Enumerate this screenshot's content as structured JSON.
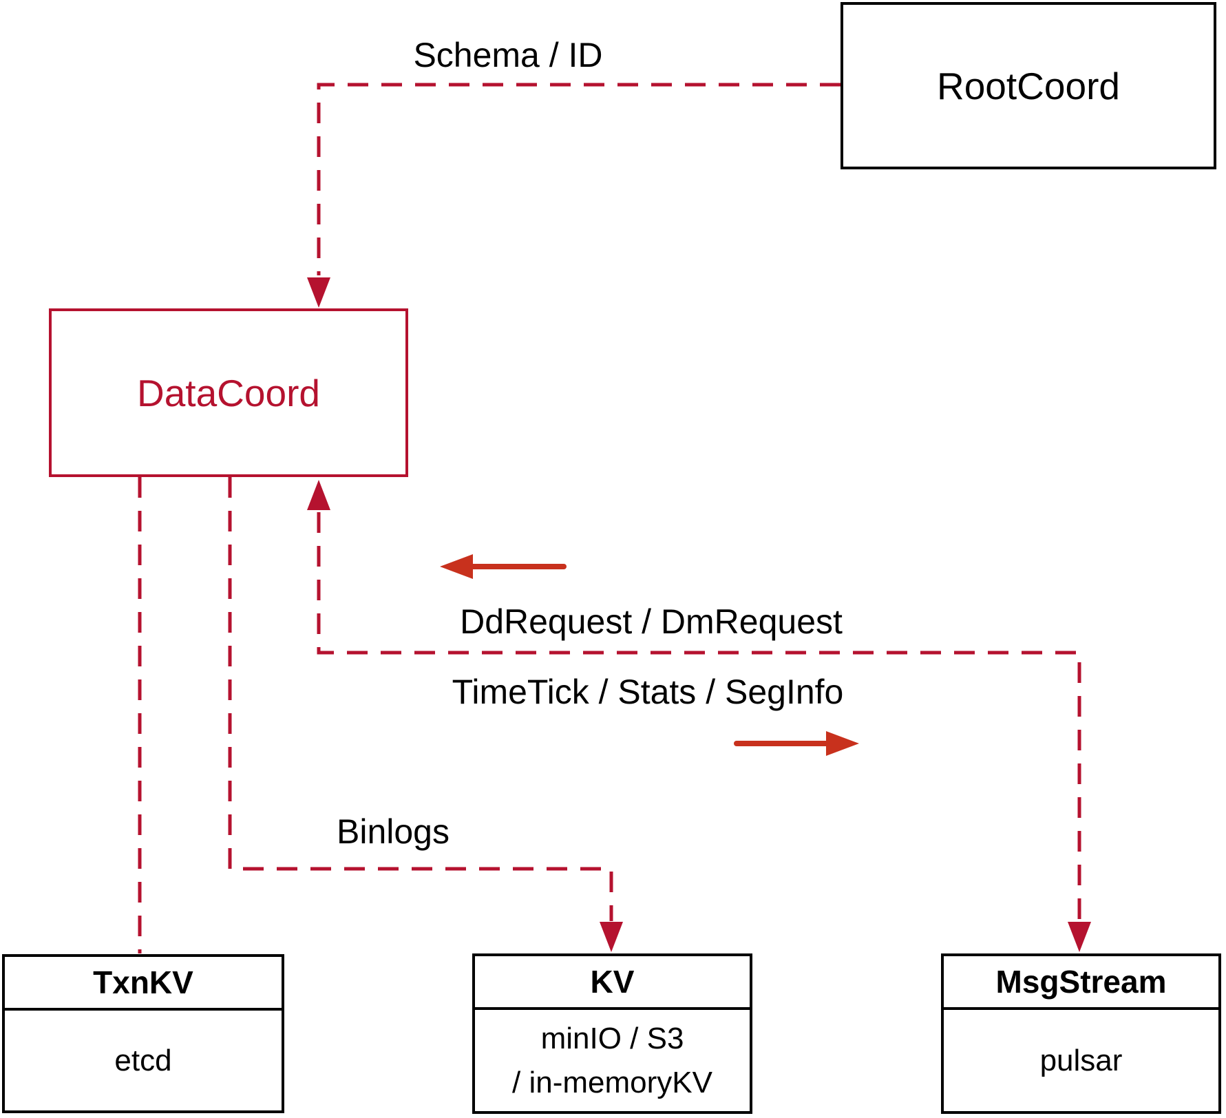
{
  "diagram": {
    "title_hint": "DataCoord interaction diagram",
    "colors": {
      "line_red": "#b5122f",
      "arrow_red": "#c8311d",
      "box_border": "#000000",
      "background": "#ffffff",
      "text_black": "#000000"
    },
    "nodes": {
      "rootcoord": {
        "label": "RootCoord"
      },
      "datacoord": {
        "label": "DataCoord"
      },
      "txnkv": {
        "title": "TxnKV",
        "body": "etcd"
      },
      "kv": {
        "title": "KV",
        "body_line1": "minIO / S3",
        "body_line2": "/ in-memoryKV"
      },
      "msgstream": {
        "title": "MsgStream",
        "body": "pulsar"
      }
    },
    "edges": {
      "schema_id": {
        "label": "Schema / ID",
        "from": "RootCoord",
        "to": "DataCoord"
      },
      "dd_dm_request": {
        "label": "DdRequest / DmRequest",
        "to": "DataCoord"
      },
      "timetick_stats_seginfo": {
        "label": "TimeTick / Stats / SegInfo",
        "to": "MsgStream"
      },
      "binlogs": {
        "label": "Binlogs",
        "from": "DataCoord",
        "to": "KV"
      },
      "txnkv_link": {
        "label": "",
        "from": "DataCoord",
        "to": "TxnKV"
      }
    }
  }
}
